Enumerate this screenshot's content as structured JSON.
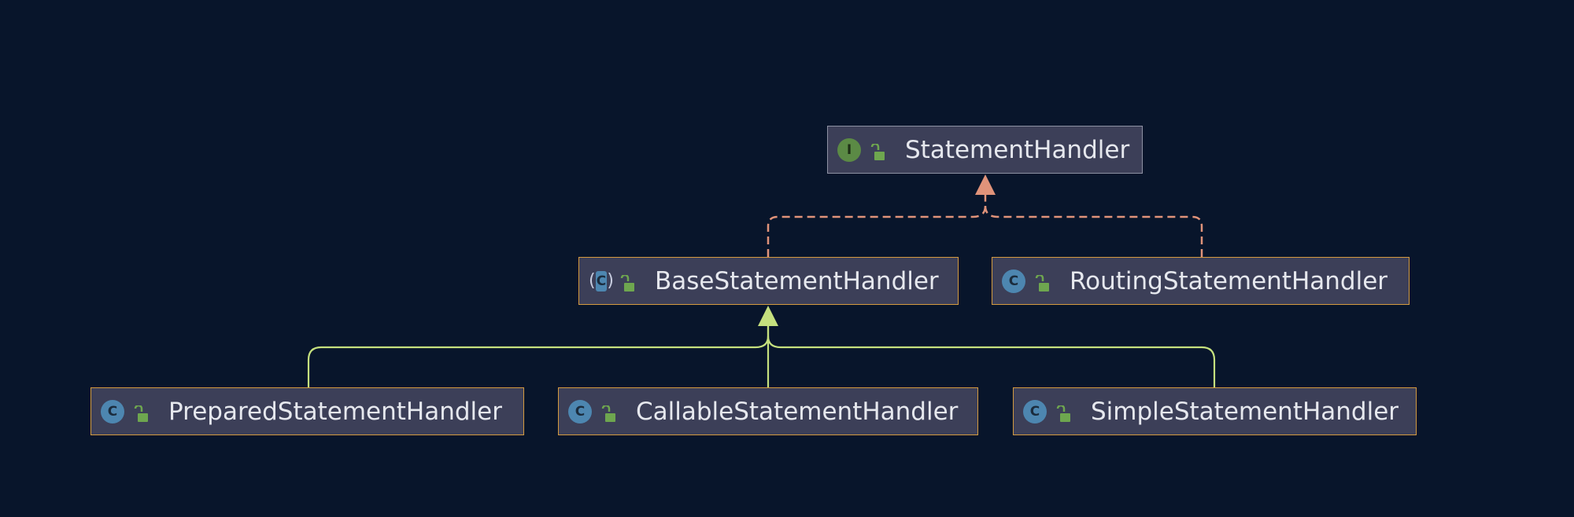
{
  "diagram": {
    "nodes": [
      {
        "id": "statement-handler",
        "label": "StatementHandler",
        "kind": "interface",
        "icon_letter": "I"
      },
      {
        "id": "base-statement-handler",
        "label": "BaseStatementHandler",
        "kind": "abstract",
        "icon_letter": "C"
      },
      {
        "id": "routing-statement-handler",
        "label": "RoutingStatementHandler",
        "kind": "class",
        "icon_letter": "C"
      },
      {
        "id": "prepared-statement-handler",
        "label": "PreparedStatementHandler",
        "kind": "class",
        "icon_letter": "C"
      },
      {
        "id": "callable-statement-handler",
        "label": "CallableStatementHandler",
        "kind": "class",
        "icon_letter": "C"
      },
      {
        "id": "simple-statement-handler",
        "label": "SimpleStatementHandler",
        "kind": "class",
        "icon_letter": "C"
      }
    ],
    "edges": [
      {
        "from": "base-statement-handler",
        "to": "statement-handler",
        "type": "implements"
      },
      {
        "from": "routing-statement-handler",
        "to": "statement-handler",
        "type": "implements"
      },
      {
        "from": "prepared-statement-handler",
        "to": "base-statement-handler",
        "type": "extends"
      },
      {
        "from": "callable-statement-handler",
        "to": "base-statement-handler",
        "type": "extends"
      },
      {
        "from": "simple-statement-handler",
        "to": "base-statement-handler",
        "type": "extends"
      }
    ]
  },
  "colors": {
    "background": "#08152b",
    "node_fill": "#3c3f58",
    "interface_border": "#8d91a3",
    "class_border": "#d49a3f",
    "implements_edge": "#e0937a",
    "extends_edge": "#c5e07e",
    "interface_icon": "#5b8a45",
    "class_icon": "#4d86b0",
    "lock_icon": "#6ea64f",
    "text": "#e6e8ee"
  }
}
